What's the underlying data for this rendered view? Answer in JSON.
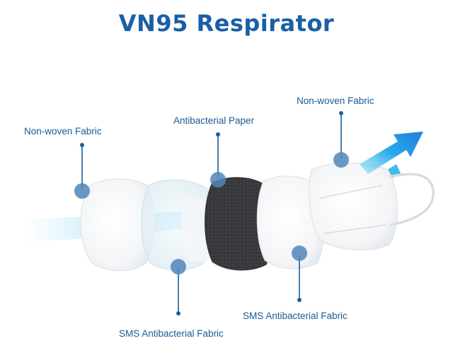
{
  "title": "VN95 Respirator",
  "layers": [
    {
      "label": "Non-woven Fabric"
    },
    {
      "label": "Antibacterial Paper"
    },
    {
      "label": "Non-woven Fabric"
    },
    {
      "label": "SMS Antibacterial Fabric"
    },
    {
      "label": "SMS Antibacterial Fabric"
    }
  ],
  "colors": {
    "title": "#1b5fa6",
    "label": "#1c5a94",
    "leader": "#1f5e98",
    "callout_dot": "#4f87b8",
    "airflow": "#27b4e8",
    "arrow": "#1d8fe0",
    "dark_layer": "#3b3d40"
  },
  "icons": {
    "airflow": "airflow-arrow-icon"
  }
}
